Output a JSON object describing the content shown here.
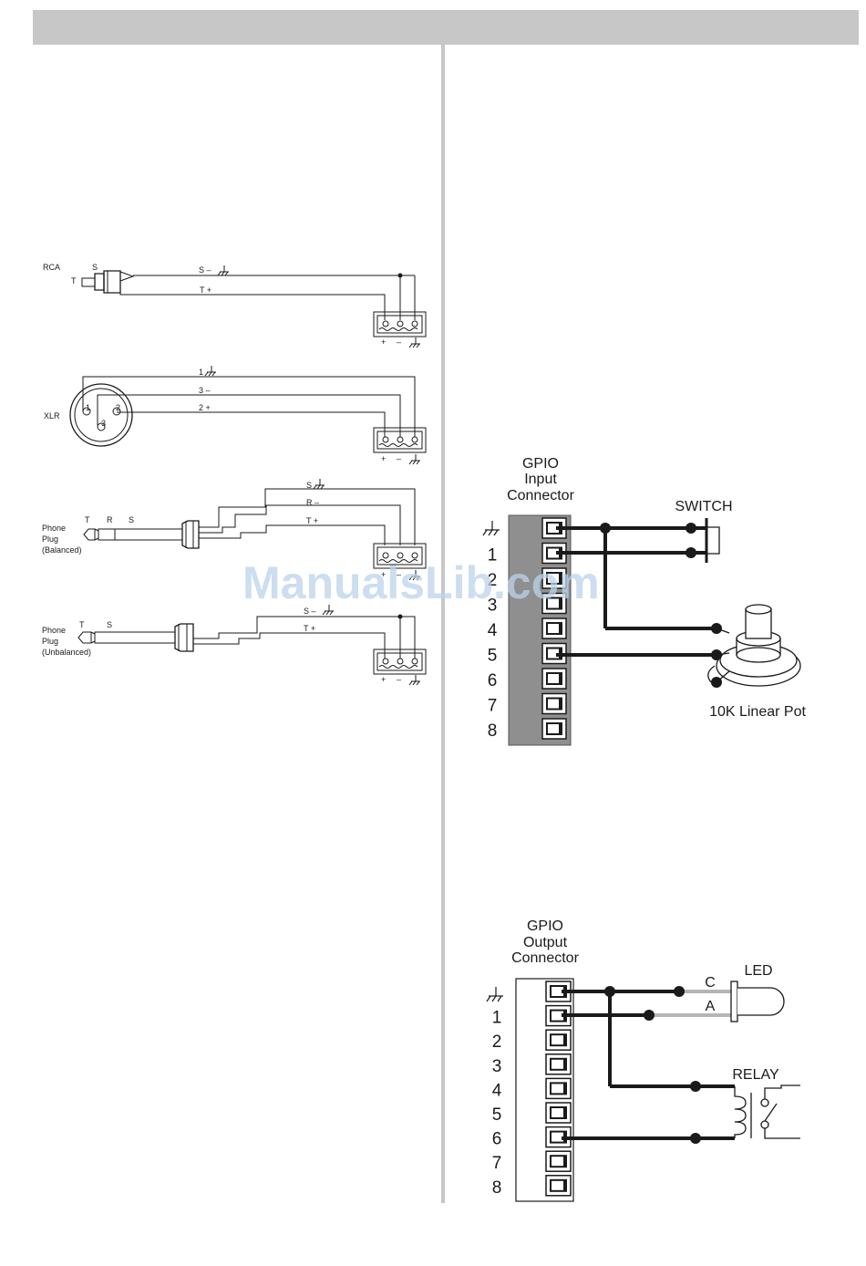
{
  "watermark": "ManualsLib.com",
  "rca": {
    "label": "RCA",
    "s": "S",
    "t": "T",
    "wire_s": "S –",
    "wire_t": "T +"
  },
  "xlr": {
    "label": "XLR",
    "pin1": "1",
    "pin2": "2",
    "pin3": "3",
    "wire1": "1",
    "wire3": "3 –",
    "wire2": "2 +"
  },
  "phone_bal": {
    "label1": "Phone",
    "label2": "Plug",
    "label3": "(Balanced)",
    "t": "T",
    "r": "R",
    "s": "S",
    "wire_s": "S",
    "wire_r": "R –",
    "wire_t": "T +"
  },
  "phone_unbal": {
    "label1": "Phone",
    "label2": "Plug",
    "label3": "(Unbalanced)",
    "t": "T",
    "s": "S",
    "wire_s": "S –",
    "wire_t": "T +"
  },
  "terminal": {
    "plus": "+",
    "minus": "–"
  },
  "gpio_input": {
    "title1": "GPIO",
    "title2": "Input",
    "title3": "Connector",
    "pins": [
      "1",
      "2",
      "3",
      "4",
      "5",
      "6",
      "7",
      "8"
    ],
    "switch_label": "SWITCH",
    "pot_label": "10K Linear Pot"
  },
  "gpio_output": {
    "title1": "GPIO",
    "title2": "Output",
    "title3": "Connector",
    "pins": [
      "1",
      "2",
      "3",
      "4",
      "5",
      "6",
      "7",
      "8"
    ],
    "led_label": "LED",
    "led_c": "C",
    "led_a": "A",
    "relay_label": "RELAY"
  }
}
